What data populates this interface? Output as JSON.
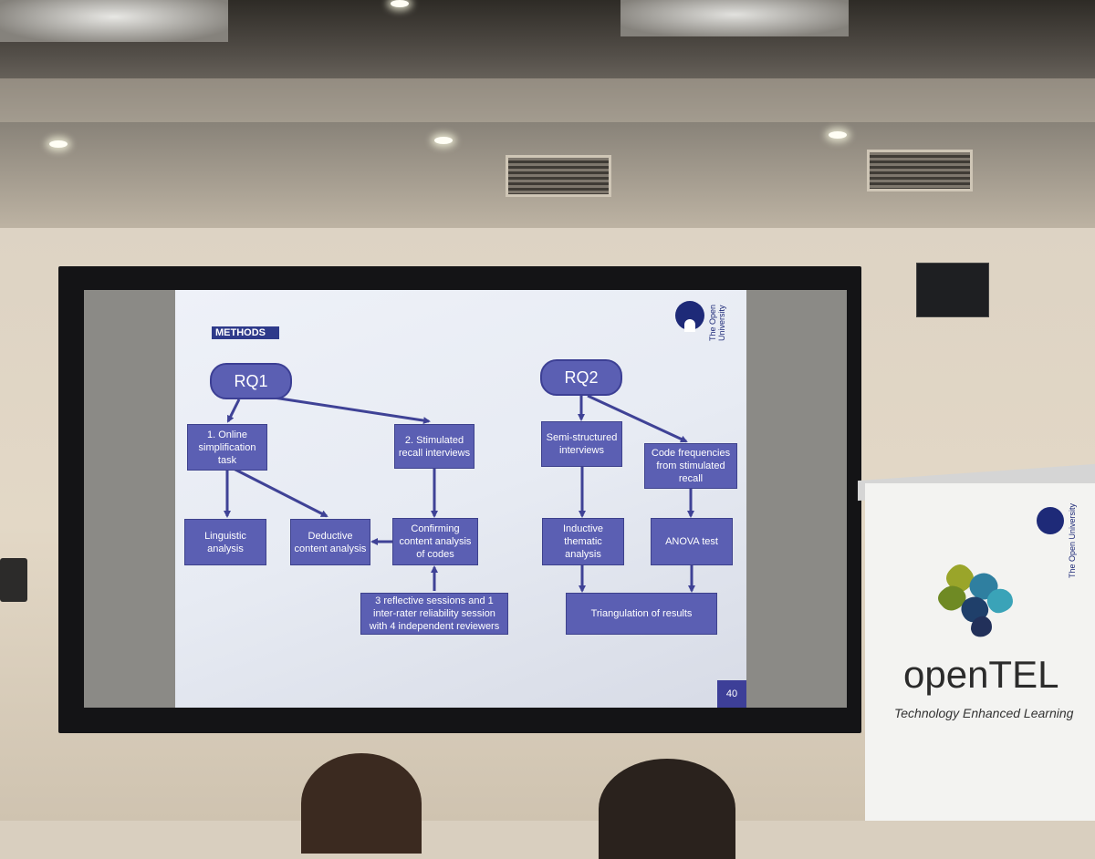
{
  "slide": {
    "section_label": "METHODS",
    "logo_text": "The Open University",
    "page_number": "40",
    "rq1": {
      "label": "RQ1",
      "online_task": "1. Online simplification task",
      "stimulated_recall": "2. Stimulated recall interviews",
      "linguistic": "Linguistic analysis",
      "deductive": "Deductive content analysis",
      "confirming": "Confirming content analysis of codes",
      "reflective": "3 reflective sessions and 1 inter-rater reliability session with 4 independent reviewers"
    },
    "rq2": {
      "label": "RQ2",
      "semi": "Semi-structured interviews",
      "code_freq": "Code frequencies from stimulated recall",
      "inductive": "Inductive thematic analysis",
      "anova": "ANOVA test",
      "triangulation": "Triangulation of results"
    }
  },
  "banner": {
    "logo_text": "The Open University",
    "brand_name": "openTEL",
    "tagline": "Technology Enhanced Learning"
  },
  "colors": {
    "box_fill": "#5b5fb3",
    "box_border": "#3d418c",
    "arrow": "#3f4296",
    "title_bar": "#2e3a8a"
  }
}
